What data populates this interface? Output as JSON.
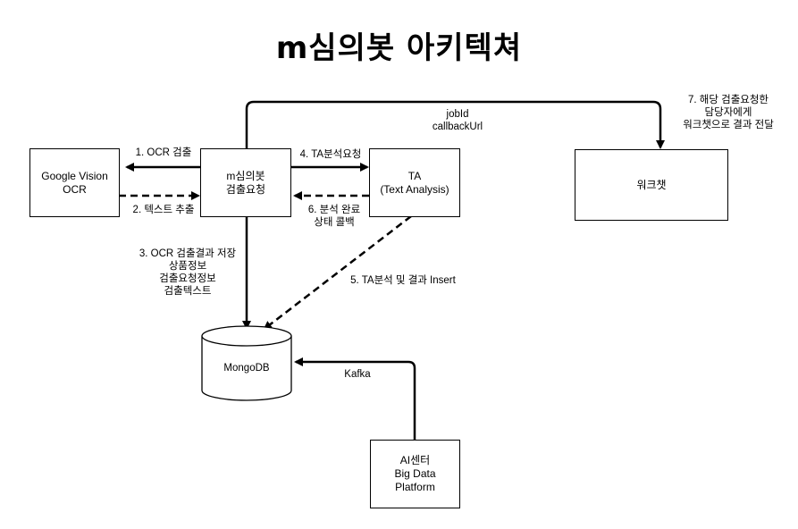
{
  "title": "m심의봇 아키텍쳐",
  "nodes": {
    "google_vision": "Google Vision\nOCR",
    "msimbot": "m심의봇\n검출요청",
    "ta": "TA\n(Text Analysis)",
    "wiki": "워크챗",
    "mongodb": "MongoDB",
    "ai_center": "AI센터\nBig Data\nPlatform"
  },
  "edges": {
    "e1": "1. OCR 검출",
    "e2": "2. 텍스트 추출",
    "e3": "3. OCR 검출결과 저장\n상품정보\n검출요청정보\n검출텍스트",
    "e4": "4. TA분석요청",
    "e5": "5. TA분석 및 결과 Insert",
    "e6": "6. 분석 완료\n상태 콜백",
    "e7": "7. 해당 검출요청한\n담당자에게\n워크챗으로 결과 전달",
    "job": "jobId\ncallbackUrl",
    "kafka": "Kafka"
  },
  "colors": {
    "line": "#000000",
    "background": "#ffffff"
  }
}
